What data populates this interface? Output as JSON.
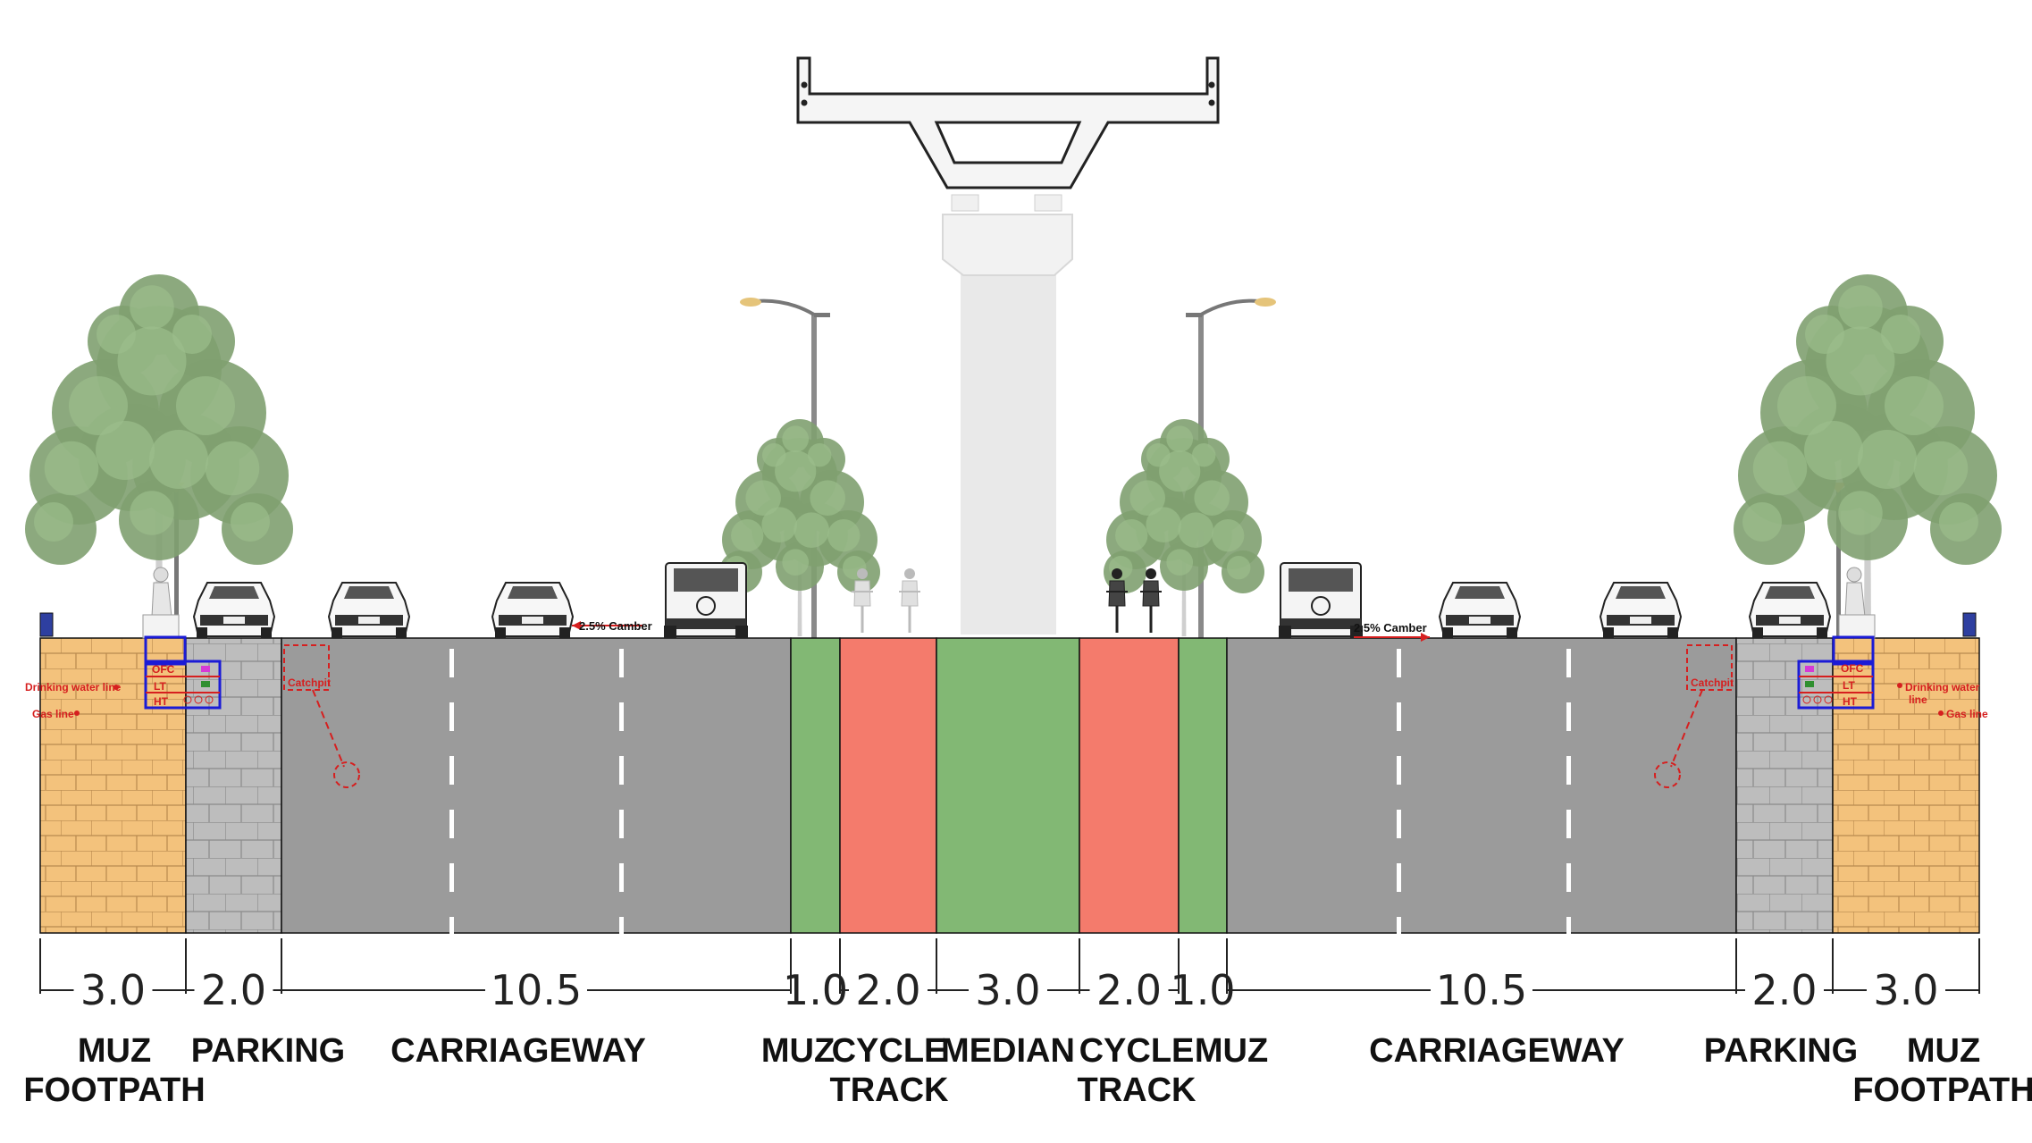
{
  "cross_section": {
    "segments": [
      {
        "width": "3.0",
        "label_line1": "MUZ",
        "label_line2": "FOOTPATH"
      },
      {
        "width": "2.0",
        "label_line1": "PARKING",
        "label_line2": ""
      },
      {
        "width": "10.5",
        "label_line1": "CARRIAGEWAY",
        "label_line2": ""
      },
      {
        "width": "1.0",
        "label_line1": "MUZ",
        "label_line2": ""
      },
      {
        "width": "2.0",
        "label_line1": "CYCLE",
        "label_line2": "TRACK"
      },
      {
        "width": "3.0",
        "label_line1": "MEDIAN",
        "label_line2": ""
      },
      {
        "width": "2.0",
        "label_line1": "CYCLE",
        "label_line2": "TRACK"
      },
      {
        "width": "1.0",
        "label_line1": "MUZ",
        "label_line2": ""
      },
      {
        "width": "10.5",
        "label_line1": "CARRIAGEWAY",
        "label_line2": ""
      },
      {
        "width": "2.0",
        "label_line1": "PARKING",
        "label_line2": ""
      },
      {
        "width": "3.0",
        "label_line1": "MUZ",
        "label_line2": "FOOTPATH"
      }
    ],
    "annotations": {
      "camber_left": "2.5% Camber",
      "camber_right": "2.5% Camber",
      "catchpit_left": "Catchpit",
      "catchpit_right": "Catchpit",
      "utility_ofc": "OFC",
      "utility_lt": "LT",
      "utility_ht": "HT",
      "drinking_water_left": "Drinking water line",
      "gas_left": "Gas line",
      "drinking_water_right_1": "Drinking water",
      "drinking_water_right_2": "line",
      "gas_right": "Gas line"
    },
    "colors": {
      "footpath": "#f3c27c",
      "parking": "#bdbdbd",
      "carriageway": "#9b9b9b",
      "muz_green": "#82b874",
      "cycle_track": "#f47b6c",
      "median": "#82b874",
      "tree": "#7fa070",
      "pier": "#e6e6e6"
    }
  }
}
